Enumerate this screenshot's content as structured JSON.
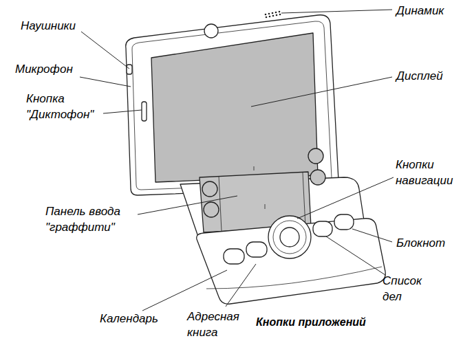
{
  "diagram": {
    "labels": [
      "Наушники",
      "Микрофон",
      "Кнопка \"Диктофон\"",
      "Панель ввода \"граффити\"",
      "Календарь",
      "Адресная книга",
      "Кнопки приложений",
      "Список дел",
      "Блокнот",
      "Кнопки навигации",
      "Дисплей",
      "Динамик"
    ]
  }
}
